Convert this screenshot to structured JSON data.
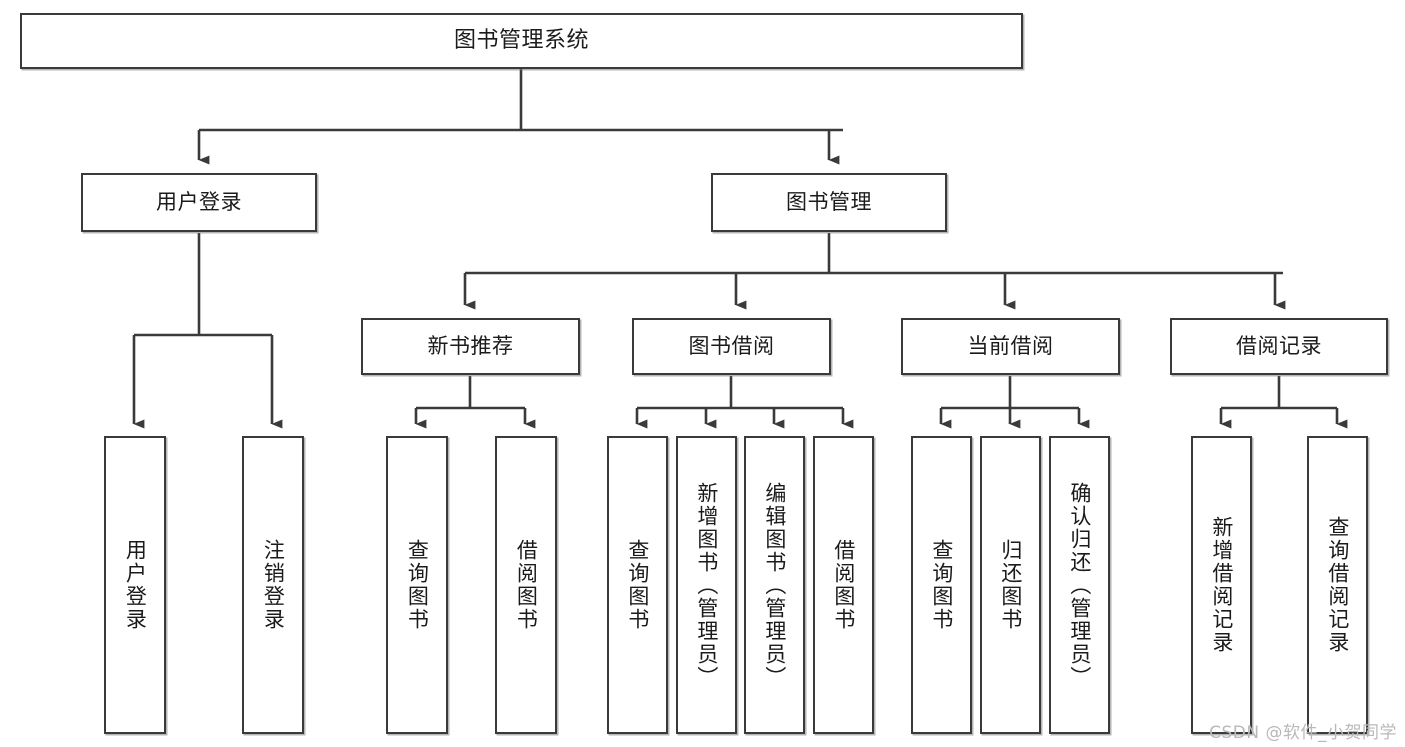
{
  "diagram": {
    "title": "图书管理系统",
    "type": "tree-hierarchy-chart",
    "watermark": "CSDN @软件_小贺同学",
    "colors": {
      "box_border": "#3a3a3a",
      "box_fill": "#ffffff",
      "connector": "#3a3a3a",
      "text": "#1b1b1b",
      "watermark": "#b9b9b9",
      "background": "#ffffff"
    }
  },
  "nodes": {
    "root": {
      "label": "图书管理系统"
    },
    "level2": [
      {
        "label": "用户登录"
      },
      {
        "label": "图书管理"
      }
    ],
    "level3": [
      {
        "label": "新书推荐"
      },
      {
        "label": "图书借阅"
      },
      {
        "label": "当前借阅"
      },
      {
        "label": "借阅记录"
      }
    ],
    "leaves": {
      "user_login": [
        {
          "label": "用户登录"
        },
        {
          "label": "注销登录"
        }
      ],
      "new_book_recommend": [
        {
          "label": "查询图书"
        },
        {
          "label": "借阅图书"
        }
      ],
      "book_borrow": [
        {
          "label": "查询图书"
        },
        {
          "label": "新增图书（管理员）"
        },
        {
          "label": "编辑图书（管理员）"
        },
        {
          "label": "借阅图书"
        }
      ],
      "current_borrow": [
        {
          "label": "查询图书"
        },
        {
          "label": "归还图书"
        },
        {
          "label": "确认归还（管理员）"
        }
      ],
      "borrow_records": [
        {
          "label": "新增借阅记录"
        },
        {
          "label": "查询借阅记录"
        }
      ]
    }
  }
}
